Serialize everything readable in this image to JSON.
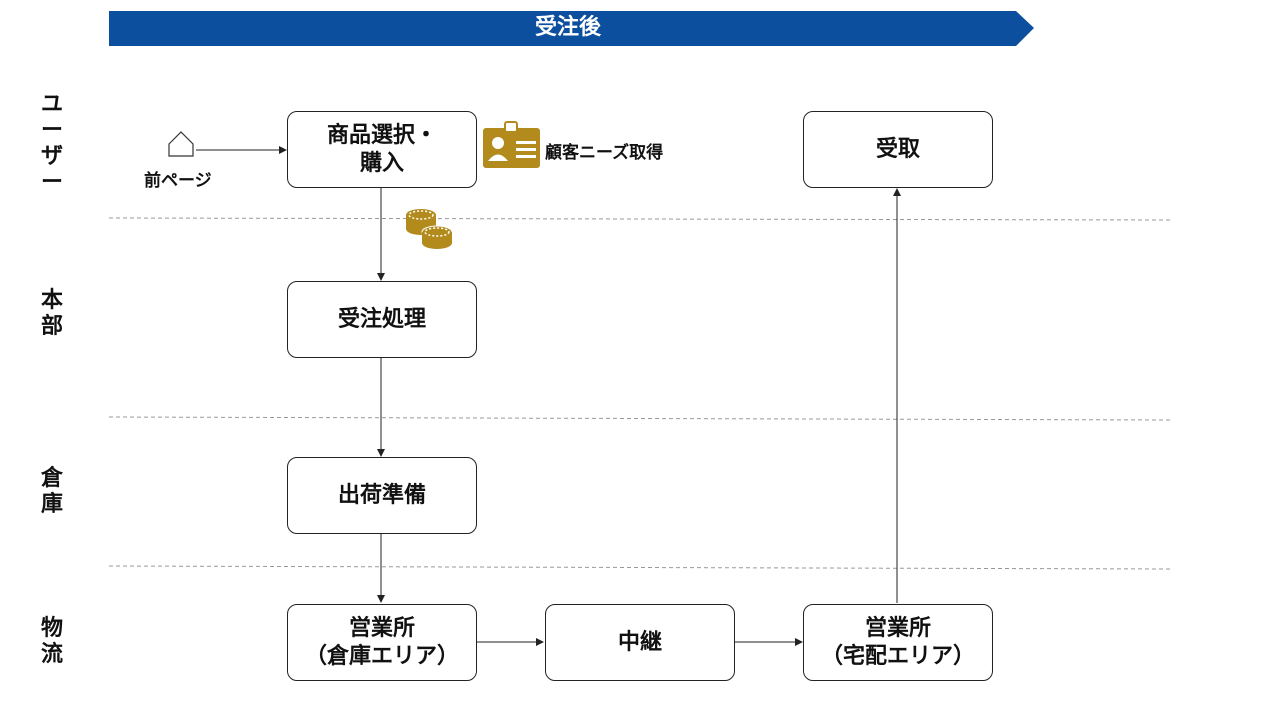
{
  "header": {
    "title": "受注後"
  },
  "lanes": {
    "user": "ユ\nー\nザ\nー",
    "hq": "本\n部",
    "warehouse": "倉\n庫",
    "logistics": "物\n流"
  },
  "nodes": {
    "prev_page": "前ページ",
    "select_purchase": "商品選択・\n購入",
    "customer_needs": "顧客ニーズ取得",
    "receive": "受取",
    "order_processing": "受注処理",
    "shipping_prep": "出荷準備",
    "office_warehouse": "営業所\n（倉庫エリア）",
    "relay": "中継",
    "office_delivery": "営業所\n（宅配エリア）"
  },
  "icons": {
    "home": "home-outline-icon",
    "id_card": "id-card-icon",
    "coins": "coins-icon"
  },
  "colors": {
    "banner": "#0B4F9E",
    "gold": "#B38B1D",
    "line": "#222222",
    "divider": "#999999"
  }
}
